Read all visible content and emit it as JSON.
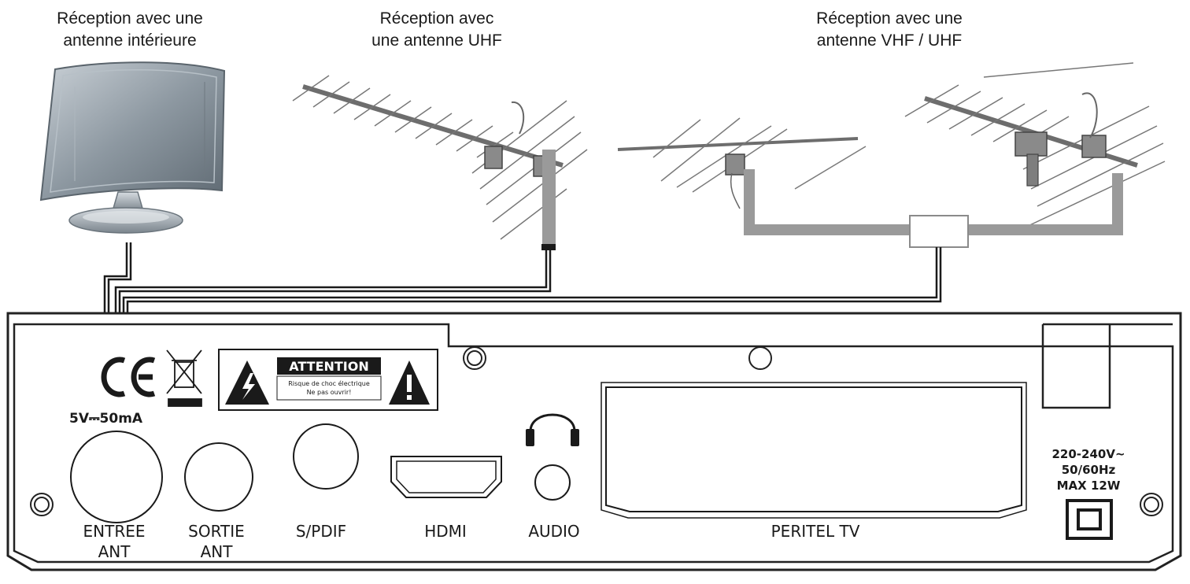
{
  "antennas": {
    "indoor": {
      "line1": "Réception avec une",
      "line2": "antenne intérieure"
    },
    "uhf": {
      "line1": "Réception avec",
      "line2": "une antenne UHF"
    },
    "vhf_uhf": {
      "line1": "Réception avec une",
      "line2": "antenne VHF / UHF"
    }
  },
  "panel": {
    "power_rating": "5V⎓50mA",
    "warning_title": "ATTENTION",
    "warning_line1": "Risque de choc électrique",
    "warning_line2": "Ne pas ouvrir!",
    "ports": {
      "entree_1": "ENTREE",
      "entree_2": "ANT",
      "sortie_1": "SORTIE",
      "sortie_2": "ANT",
      "spdif": "S/PDIF",
      "hdmi": "HDMI",
      "audio": "AUDIO",
      "peritel": "PERITEL TV"
    },
    "power": {
      "line1": "220-240V~",
      "line2": "50/60Hz",
      "line3": "MAX 12W"
    }
  },
  "colors": {
    "line": "#1a1a1a",
    "mast": "#9a9a9a",
    "antenna_body": "#8f9aa3"
  }
}
